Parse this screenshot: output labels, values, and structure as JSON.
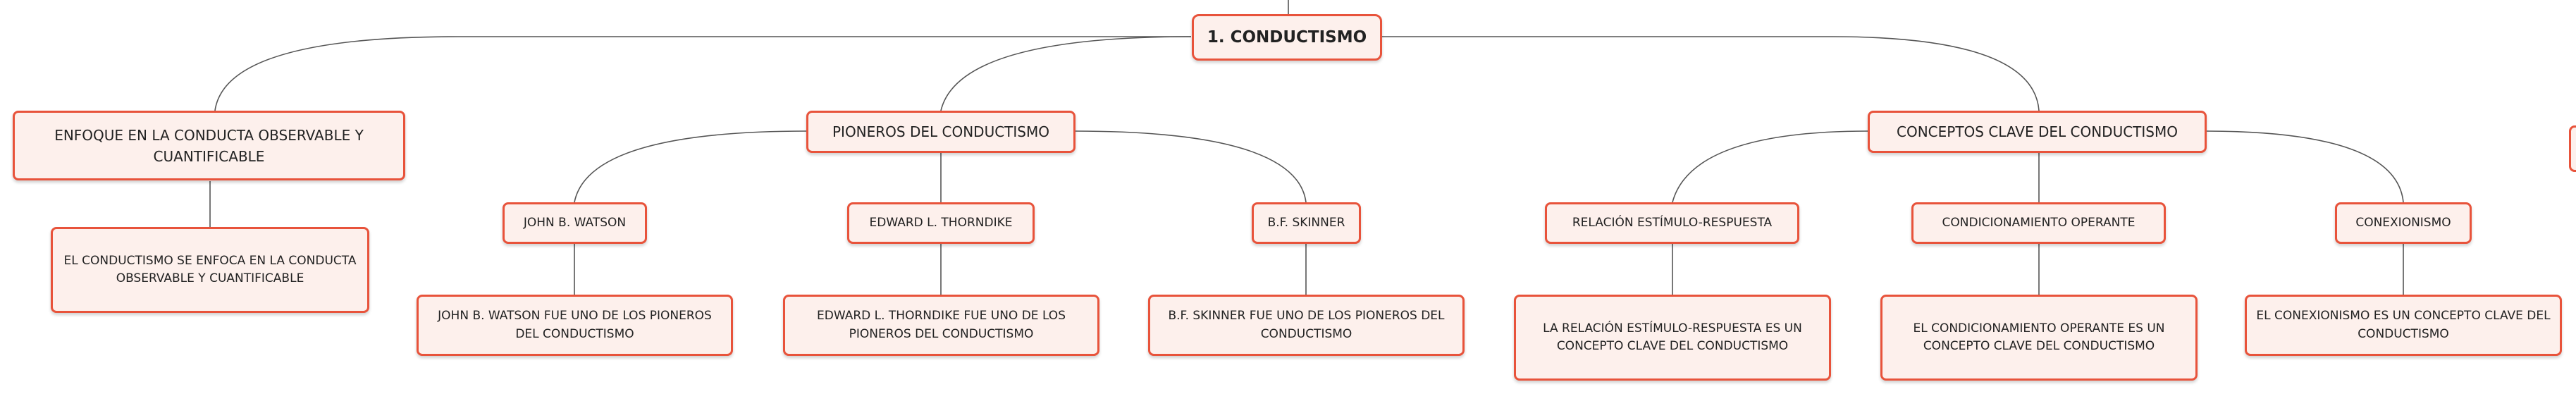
{
  "root": "1. CONDUCTISMO",
  "branches": [
    {
      "label": "ENFOQUE EN LA CONDUCTA OBSERVABLE Y CUANTIFICABLE",
      "details": "EL CONDUCTISMO SE ENFOCA EN LA CONDUCTA OBSERVABLE Y CUANTIFICABLE"
    },
    {
      "label": "PIONEROS DEL CONDUCTISMO",
      "children": [
        {
          "label": "JOHN B. WATSON",
          "details": "JOHN B. WATSON FUE UNO DE LOS PIONEROS DEL CONDUCTISMO"
        },
        {
          "label": "EDWARD L. THORNDIKE",
          "details": "EDWARD L. THORNDIKE FUE UNO DE LOS PIONEROS DEL CONDUCTISMO"
        },
        {
          "label": "B.F. SKINNER",
          "details": "B.F. SKINNER FUE UNO DE LOS PIONEROS DEL CONDUCTISMO"
        }
      ]
    },
    {
      "label": "CONCEPTOS CLAVE DEL CONDUCTISMO",
      "children": [
        {
          "label": "RELACIÓN ESTÍMULO-RESPUESTA",
          "details": "LA RELACIÓN ESTÍMULO-RESPUESTA ES UN CONCEPTO CLAVE DEL CONDUCTISMO"
        },
        {
          "label": "CONDICIONAMIENTO OPERANTE",
          "details": "EL CONDICIONAMIENTO OPERANTE ES UN CONCEPTO CLAVE DEL CONDUCTISMO"
        },
        {
          "label": "CONEXIONISMO",
          "details": "EL CONEXIONISMO ES UN CONCEPTO CLAVE DEL CONDUCTISMO"
        }
      ]
    }
  ],
  "colors": {
    "border": "#e8533b",
    "fill": "#fdf0ec",
    "line": "#555555",
    "text": "#222222"
  }
}
